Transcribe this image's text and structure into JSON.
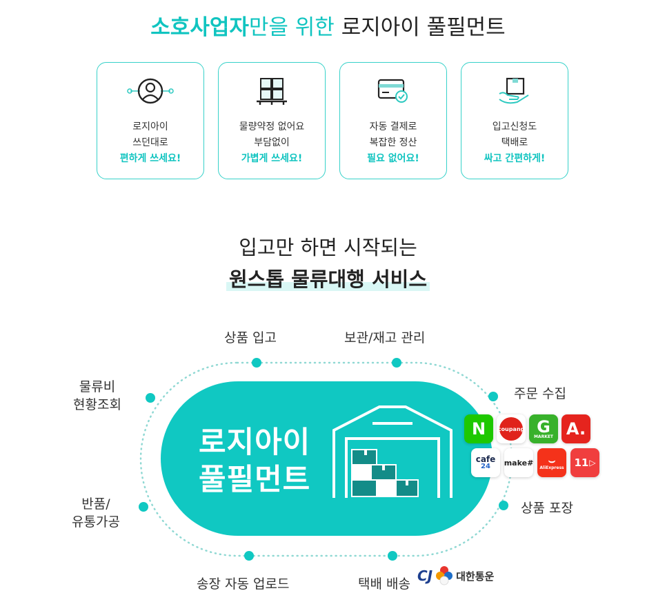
{
  "header": {
    "title_accent": "소호사업자",
    "title_mid": "만을 위한 ",
    "title_main": "로지아이 풀필먼트"
  },
  "benefits": [
    {
      "line1": "로지아이",
      "line2": "쓰던대로",
      "highlight": "편하게 쓰세요!",
      "icon": "user-circle-icon"
    },
    {
      "line1": "물량약정 없어요",
      "line2": "부담없이",
      "highlight": "가볍게 쓰세요!",
      "icon": "boxes-pallet-icon"
    },
    {
      "line1": "자동 결제로",
      "line2": "복잡한 정산",
      "highlight": "필요 없어요!",
      "icon": "card-check-icon"
    },
    {
      "line1": "입고신청도",
      "line2": "택배로",
      "highlight": "싸고 간편하게!",
      "icon": "hand-box-icon"
    }
  ],
  "service": {
    "subtitle": "입고만 하면 시작되는",
    "title": "원스톱 물류대행 서비스"
  },
  "center": {
    "line1": "로지아이",
    "line2": "풀필먼트"
  },
  "steps": {
    "inbound": "상품 입고",
    "storage": "보관/재고 관리",
    "order": "주문 수집",
    "packing": "상품 포장",
    "delivery": "택배 배송",
    "invoice": "송장 자동 업로드",
    "returns_1": "반품/",
    "returns_2": "유통가공",
    "cost_1": "물류비",
    "cost_2": "현황조회"
  },
  "marketplaces": [
    {
      "text": "N",
      "name": "naver"
    },
    {
      "text": "coupang",
      "name": "coupang"
    },
    {
      "text": "G",
      "sub": "MARKET",
      "name": "gmarket"
    },
    {
      "text": "A.",
      "name": "auction"
    },
    {
      "text": "cafe",
      "sub": "24",
      "name": "cafe24"
    },
    {
      "text": "make#",
      "name": "makeshop"
    },
    {
      "text": "AliExpress",
      "name": "aliexpress"
    },
    {
      "text": "11",
      "name": "11st"
    }
  ],
  "carrier": {
    "mark": "CJ",
    "name": "대한통운"
  },
  "colors": {
    "accent": "#10c4c0",
    "pill": "#10c8c2",
    "card_border": "#36d1c9"
  }
}
